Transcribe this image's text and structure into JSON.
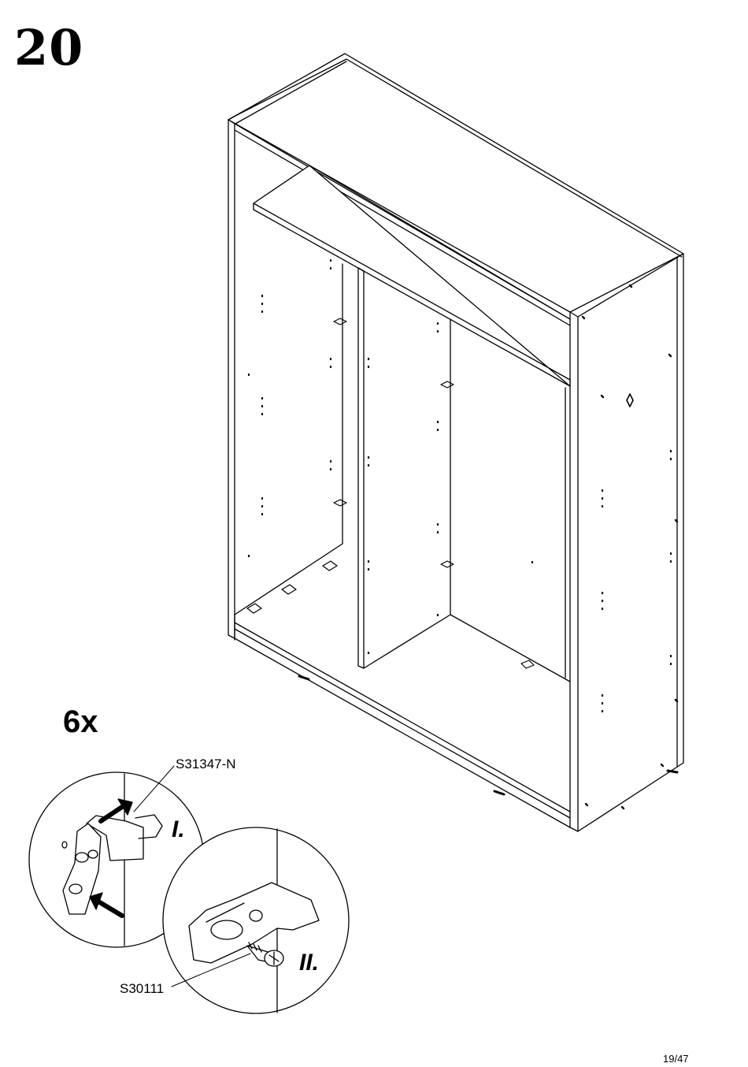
{
  "step": {
    "number": "20"
  },
  "quantity": {
    "label": "6x"
  },
  "parts": {
    "bracket_code": "S31347-N",
    "screw_code": "S30111"
  },
  "sub_steps": {
    "first": "I.",
    "second": "II."
  },
  "footer": {
    "page": "19/47"
  },
  "icons": {
    "main": "wardrobe-carcass-drawing",
    "detail1": "bracket-insert-detail",
    "detail2": "screw-fix-detail"
  }
}
